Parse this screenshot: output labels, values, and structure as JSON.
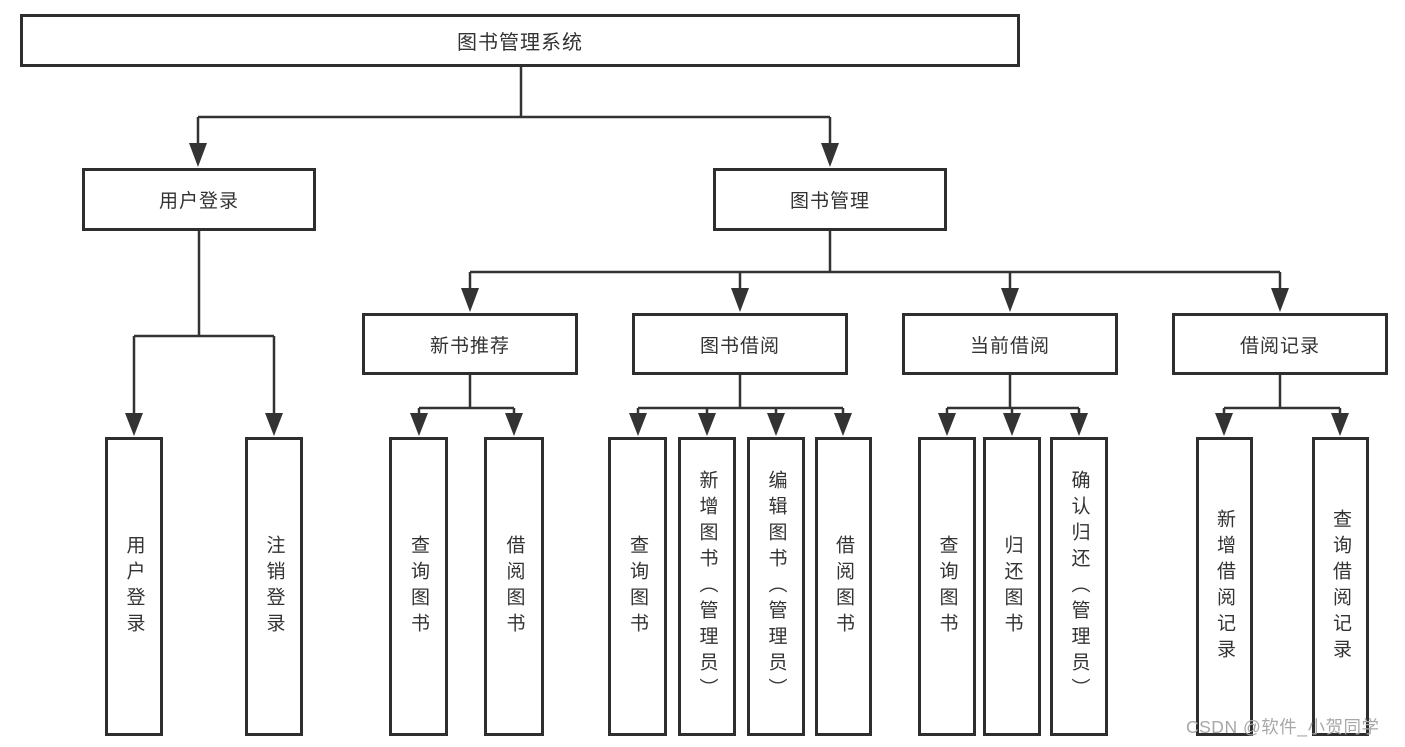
{
  "tree": {
    "root": {
      "label": "图书管理系统",
      "children": [
        {
          "label": "用户登录",
          "children": [
            {
              "label": "用户登录"
            },
            {
              "label": "注销登录"
            }
          ]
        },
        {
          "label": "图书管理",
          "children": [
            {
              "label": "新书推荐",
              "children": [
                {
                  "label": "查询图书"
                },
                {
                  "label": "借阅图书"
                }
              ]
            },
            {
              "label": "图书借阅",
              "children": [
                {
                  "label": "查询图书"
                },
                {
                  "label": "新增图书（管理员）"
                },
                {
                  "label": "编辑图书（管理员）"
                },
                {
                  "label": "借阅图书"
                }
              ]
            },
            {
              "label": "当前借阅",
              "children": [
                {
                  "label": "查询图书"
                },
                {
                  "label": "归还图书"
                },
                {
                  "label": "确认归还（管理员）"
                }
              ]
            },
            {
              "label": "借阅记录",
              "children": [
                {
                  "label": "新增借阅记录"
                },
                {
                  "label": "查询借阅记录"
                }
              ]
            }
          ]
        }
      ]
    }
  },
  "watermark": {
    "text": "CSDN @软件_小贺同学"
  },
  "colors": {
    "line": "#333333",
    "box_border": "#2e2e2e",
    "box_fill": "#ffffff",
    "text": "#333333",
    "watermark": "#a8a8a8",
    "background": "#ffffff"
  }
}
